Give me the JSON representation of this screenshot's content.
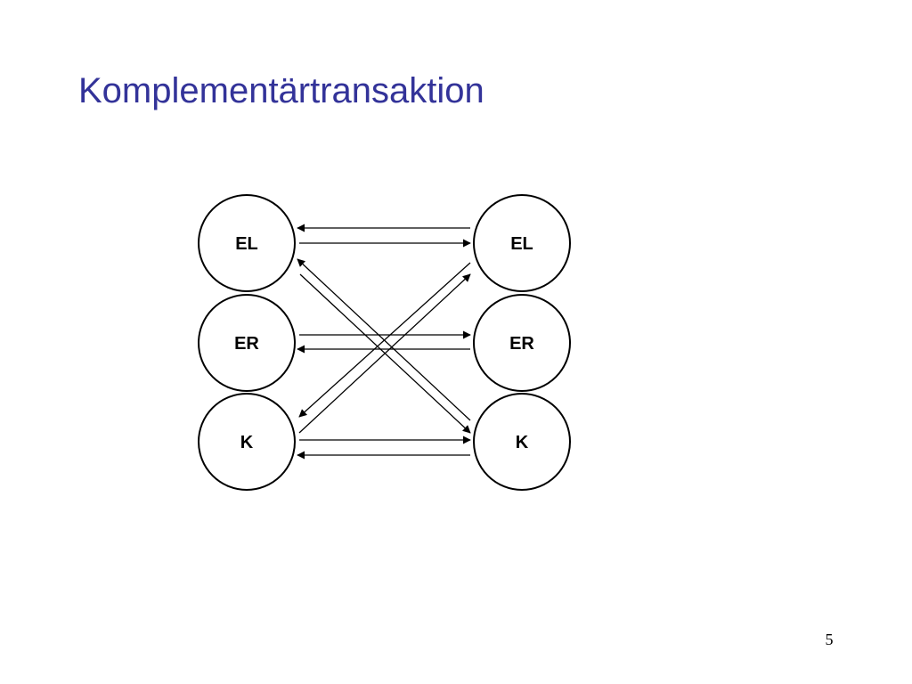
{
  "slide": {
    "title": "Komplementärtransaktion",
    "title_color": "#333399",
    "page_number": "5"
  },
  "diagram": {
    "left_nodes": [
      {
        "id": "EL",
        "label": "EL"
      },
      {
        "id": "ER",
        "label": "ER"
      },
      {
        "id": "K",
        "label": "K"
      }
    ],
    "right_nodes": [
      {
        "id": "EL",
        "label": "EL"
      },
      {
        "id": "ER",
        "label": "ER"
      },
      {
        "id": "K",
        "label": "K"
      }
    ],
    "arrows": [
      {
        "from": "right.EL",
        "to": "left.EL"
      },
      {
        "from": "left.EL",
        "to": "right.EL"
      },
      {
        "from": "left.ER",
        "to": "right.ER"
      },
      {
        "from": "right.ER",
        "to": "left.ER"
      },
      {
        "from": "left.K",
        "to": "right.K"
      },
      {
        "from": "right.K",
        "to": "left.K"
      },
      {
        "from": "left.EL",
        "to": "right.K"
      },
      {
        "from": "right.K",
        "to": "left.EL"
      },
      {
        "from": "left.K",
        "to": "right.EL"
      },
      {
        "from": "right.EL",
        "to": "left.K"
      }
    ]
  }
}
